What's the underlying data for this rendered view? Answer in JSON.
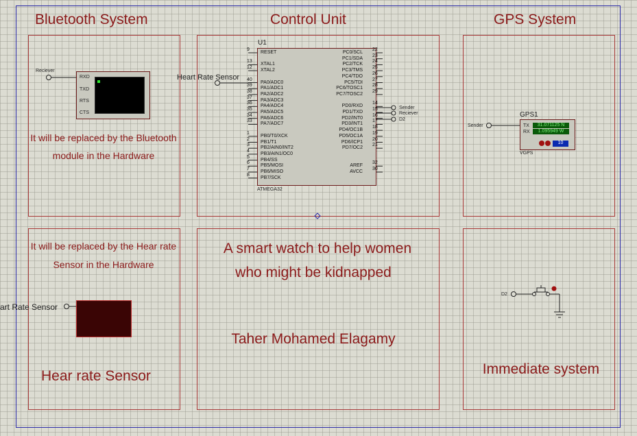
{
  "panels": {
    "bluetooth_title": "Bluetooth System",
    "control_title": "Control Unit",
    "gps_title": "GPS System"
  },
  "bluetooth": {
    "rx_label": "Reciever",
    "pins": [
      "RXD",
      "TXD",
      "RTS",
      "CTS"
    ],
    "note_line1": "It will be replaced by the Bluetooth",
    "note_line2": "module  in the Hardware"
  },
  "mcu": {
    "ref": "U1",
    "part": "ATMEGA32",
    "input_label": "Heart Rate Sensor",
    "left_pins": [
      "RESET",
      "",
      "XTAL1",
      "XTAL2",
      "",
      "PA0/ADC0",
      "PA1/ADC1",
      "PA2/ADC2",
      "PA3/ADC3",
      "PA4/ADC4",
      "PA5/ADC5",
      "PA6/ADC6",
      "PA7/ADC7",
      "",
      "PB0/T0/XCK",
      "PB1/T1",
      "PB2/AIN0/INT2",
      "PB3/AIN1/OC0",
      "PB4/SS",
      "PB5/MOSI",
      "PB6/MISO",
      "PB7/SCK"
    ],
    "left_nums": [
      "9",
      "",
      "13",
      "12",
      "",
      "40",
      "39",
      "38",
      "37",
      "36",
      "35",
      "34",
      "33",
      "",
      "1",
      "2",
      "3",
      "4",
      "5",
      "6",
      "7",
      "8"
    ],
    "right_pins": [
      "PC0/SCL",
      "PC1/SDA",
      "PC2/TCK",
      "PC3/TMS",
      "PC4/TDO",
      "PC5/TDI",
      "PC6/TOSC1",
      "PC7/TOSC2",
      "",
      "PD0/RXD",
      "PD1/TXD",
      "PD2/INT0",
      "PD3/INT1",
      "PD4/OC1B",
      "PD5/OC1A",
      "PD6/ICP1",
      "PD7/OC2",
      "",
      "",
      "AREF",
      "AVCC"
    ],
    "right_nums": [
      "22",
      "23",
      "24",
      "25",
      "26",
      "27",
      "28",
      "29",
      "",
      "14",
      "15",
      "16",
      "17",
      "18",
      "19",
      "20",
      "21",
      "",
      "",
      "32",
      "30"
    ],
    "out_labels": [
      "Sender",
      "Reciever",
      "D2"
    ]
  },
  "gps": {
    "ref": "GPS1",
    "model": "VGPS",
    "input_label": "Sender",
    "tx_label": "TX",
    "rx_label": "RX",
    "lat": "31.071125 N",
    "lon": "1.095949 W",
    "counter": "10"
  },
  "heart_rate": {
    "note_line1": "It will be replaced by the Hear rate",
    "note_line2": "Sensor in the Hardware",
    "label": "art Rate Sensor",
    "title": "Hear rate Sensor"
  },
  "project": {
    "line1": "A smart watch to help women",
    "line2": "who might be kidnapped",
    "author": "Taher Mohamed Elagamy"
  },
  "immediate": {
    "pin_label": "D2",
    "title": "Immediate system"
  }
}
